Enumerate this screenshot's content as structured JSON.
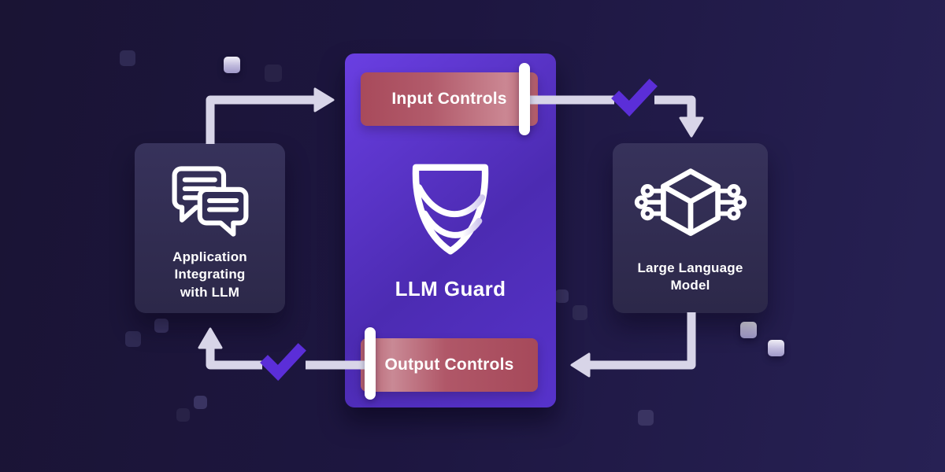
{
  "diagram": {
    "center_box": {
      "title": "LLM Guard",
      "icon": "shield-icon",
      "input_banner": {
        "label": "Input Controls"
      },
      "output_banner": {
        "label": "Output Controls"
      }
    },
    "left_box": {
      "label": "Application Integrating with LLM",
      "icon": "chat-bubbles-icon"
    },
    "right_box": {
      "label": "Large Language Model",
      "icon": "ai-cube-icon"
    },
    "flow": [
      "application to input-controls",
      "input-controls to large-language-model (check passed)",
      "large-language-model to output-controls",
      "output-controls to application (check passed)"
    ]
  },
  "colors": {
    "background_start": "#1a1434",
    "background_end": "#272154",
    "guard_purple": "#5733cb",
    "banner_red": "#b05468",
    "card_navy": "#322e57",
    "arrow": "#d8d5e8",
    "checkmark": "#5b2ed8",
    "text": "#ffffff",
    "bar_white": "#ffffff"
  }
}
